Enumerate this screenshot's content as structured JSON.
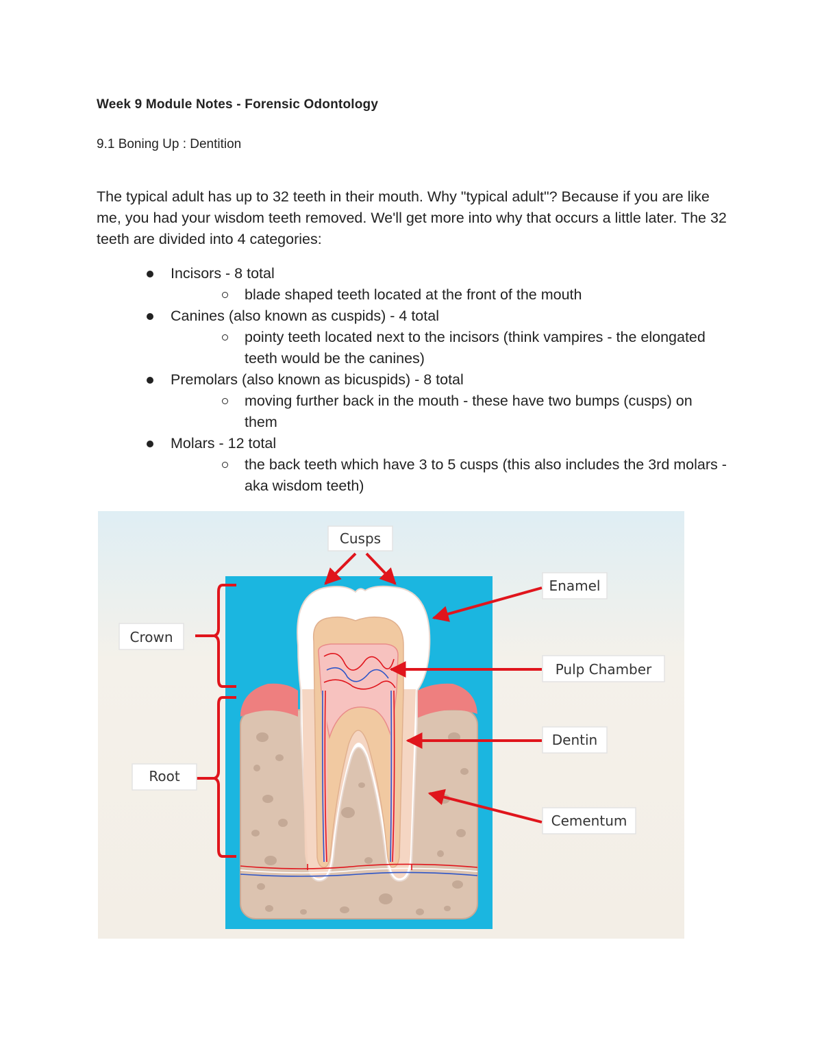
{
  "doc": {
    "title": "Week 9 Module Notes - Forensic Odontology",
    "section": "9.1 Boning Up : Dentition",
    "intro": "The typical adult has up to 32 teeth in their mouth.  Why \"typical adult\"?  Because if you are like me, you had your wisdom teeth removed.  We'll get more into why that occurs a little later.  The 32 teeth are divided into 4 categories:"
  },
  "categories": [
    {
      "label": "Incisors - 8 total",
      "detail": "blade shaped teeth located at the front of the mouth"
    },
    {
      "label": "Canines (also known as cuspids) - 4 total",
      "detail": "pointy teeth located next to the incisors (think vampires - the elongated teeth would be the canines)"
    },
    {
      "label": "Premolars (also known as bicuspids) - 8 total",
      "detail": "moving further back in the mouth - these have two bumps (cusps) on them"
    },
    {
      "label": "Molars - 12 total",
      "detail": "the back teeth which have 3 to 5 cusps (this also includes the 3rd molars - aka wisdom teeth)"
    }
  ],
  "diagram": {
    "labels": {
      "cusps": "Cusps",
      "crown": "Crown",
      "root": "Root",
      "enamel": "Enamel",
      "pulp": "Pulp Chamber",
      "dentin": "Dentin",
      "cementum": "Cementum"
    },
    "colors": {
      "background": "#1bb6e0",
      "enamel": "#ffffff",
      "dentin": "#f1c9a1",
      "pulp": "#f7c2bf",
      "gum": "#ee7f7f",
      "bone": "#dcc3b0",
      "arrow": "#e0151c"
    }
  }
}
